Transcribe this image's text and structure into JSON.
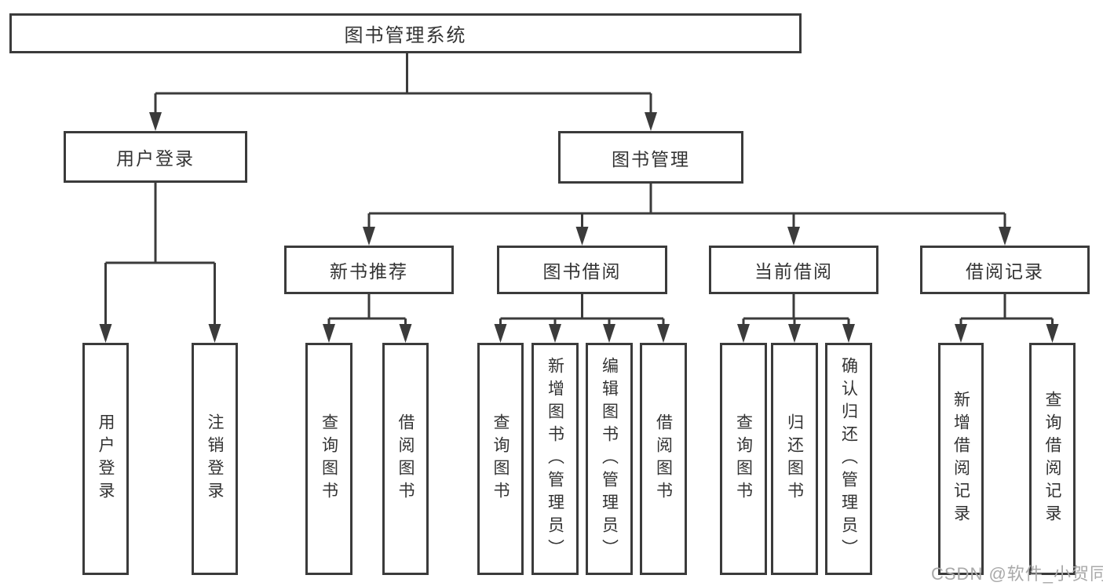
{
  "diagram": {
    "root": {
      "label": "图书管理系统",
      "children": [
        {
          "label": "用户登录",
          "children": [
            {
              "label": "用户登录"
            },
            {
              "label": "注销登录"
            }
          ]
        },
        {
          "label": "图书管理",
          "children": [
            {
              "label": "新书推荐",
              "children": [
                {
                  "label": "查询图书"
                },
                {
                  "label": "借阅图书"
                }
              ]
            },
            {
              "label": "图书借阅",
              "children": [
                {
                  "label": "查询图书"
                },
                {
                  "label": "新增图书（管理员）"
                },
                {
                  "label": "编辑图书（管理员）"
                },
                {
                  "label": "借阅图书"
                }
              ]
            },
            {
              "label": "当前借阅",
              "children": [
                {
                  "label": "查询图书"
                },
                {
                  "label": "归还图书"
                },
                {
                  "label": "确认归还（管理员）"
                }
              ]
            },
            {
              "label": "借阅记录",
              "children": [
                {
                  "label": "新增借阅记录"
                },
                {
                  "label": "查询借阅记录"
                }
              ]
            }
          ]
        }
      ]
    }
  },
  "watermark": {
    "text": "CSDN @软件_小贺同学"
  },
  "colors": {
    "line": "#3b3b3b",
    "box_fill": "#ffffff",
    "label_text": "#333333",
    "watermark_text": "#a9a9a9",
    "background": "#ffffff"
  }
}
